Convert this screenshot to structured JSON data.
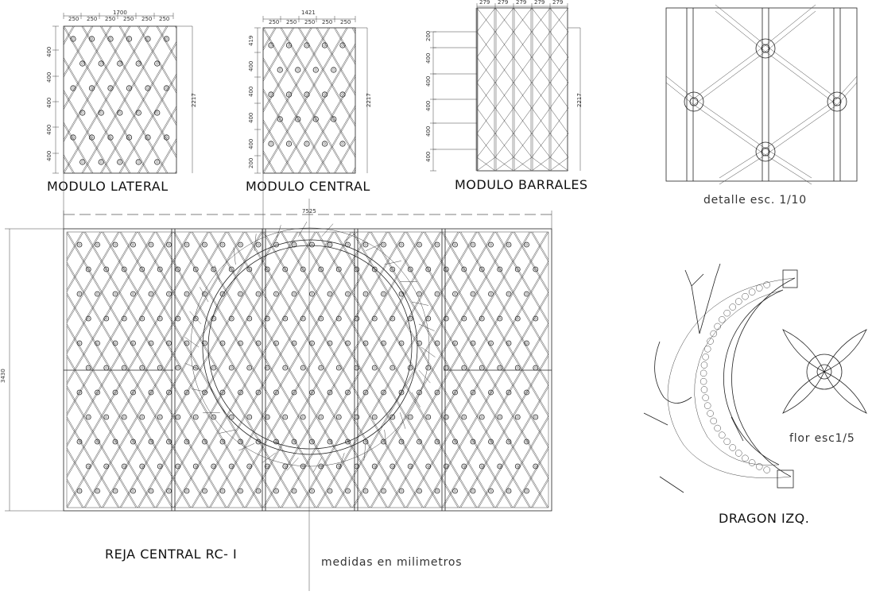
{
  "labels": {
    "modulo_lateral": "MODULO LATERAL",
    "modulo_central": "MODULO CENTRAL",
    "modulo_barrales": "MODULO BARRALES",
    "detalle": "detalle  esc. 1/10",
    "reja_central": "REJA CENTRAL RC- I",
    "medidas": "medidas en milimetros",
    "dragon": "DRAGON IZQ.",
    "flor": "flor esc1/5"
  },
  "dims": {
    "lateral_width": "1700",
    "central_width": "1421",
    "module_spacing": "250",
    "barral_spacing": "279",
    "row_spacing": "400",
    "barral_row": "200",
    "height": "2217",
    "central_top": "419",
    "central_bottom": "200",
    "total_width": "7525",
    "total_height": "3430"
  }
}
